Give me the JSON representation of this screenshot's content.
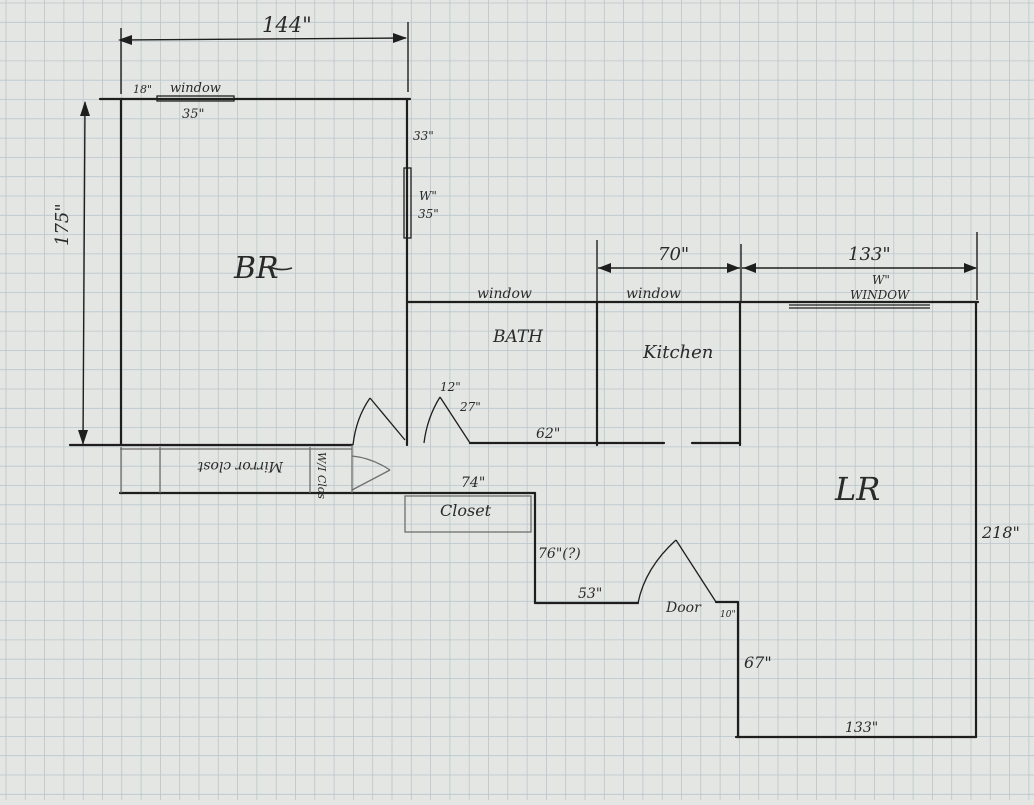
{
  "colors": {
    "paper": "#e4e6e3",
    "grid": "#b9c6cc",
    "ink": "#1e1e1e",
    "pencil": "#6e6e6e"
  },
  "dimensions": {
    "br_width": "144\"",
    "br_height": "175\"",
    "br_window_offset": "18\"",
    "br_window_label": "window",
    "br_window_width": "35\"",
    "br_side_offset": "33\"",
    "br_side_window": "W\"",
    "br_side_window_width": "35\"",
    "kitchen_width": "70\"",
    "lr_width_top": "133\"",
    "lr_height": "218\"",
    "lr_width_bottom": "133\"",
    "lr_side": "67\"",
    "bath_door_a": "12\"",
    "bath_door_b": "27\"",
    "bath_wall": "62\"",
    "hall_top": "74\"",
    "hall_side": "76\"(?)",
    "hall_bottom": "53\"",
    "door_offset": "10\""
  },
  "labels": {
    "bath_window": "window",
    "kitchen_window": "window",
    "lr_window_w": "W\"",
    "lr_window": "WINDOW",
    "br": "BR",
    "bath": "BATH",
    "kitchen": "Kitchen",
    "lr": "LR",
    "mirror_closet": "Mirror clost",
    "wi_closet": "W/I Clos",
    "closet": "Closet",
    "door": "Door"
  }
}
